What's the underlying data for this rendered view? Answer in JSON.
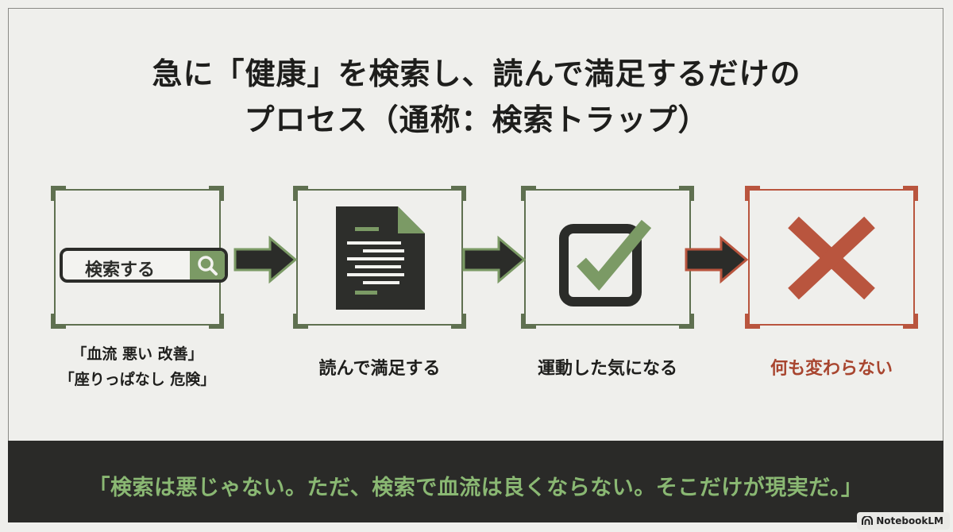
{
  "title": {
    "line1": "急に「健康」を検索し、読んで満足するだけの",
    "line2": "プロセス（通称：検索トラップ）"
  },
  "steps": [
    {
      "search_text": "検索する",
      "label_line1": "「血流 悪い 改善」",
      "label_line2": "「座りっぱなし 危険」",
      "icon": "search-bar-icon"
    },
    {
      "label": "読んで満足する",
      "icon": "document-icon"
    },
    {
      "label": "運動した気になる",
      "icon": "checkbox-check-icon"
    },
    {
      "label": "何も変わらない",
      "icon": "x-mark-icon"
    }
  ],
  "banner": {
    "text": "「検索は悪じゃない。ただ、検索で血流は良くならない。そこだけが現実だ。」"
  },
  "watermark": {
    "text": "NotebookLM"
  },
  "colors": {
    "accent_green": "#7b9a65",
    "accent_red": "#b9553e",
    "dark": "#2b2c29",
    "banner_bg": "#2a2a28",
    "banner_text": "#8ab873"
  }
}
